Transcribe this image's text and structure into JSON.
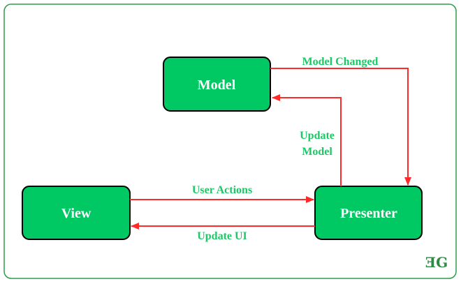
{
  "colors": {
    "node_fill": "#00c862",
    "node_border": "#000000",
    "node_text": "#ffffff",
    "arrow": "#ff2b2b",
    "edge_label": "#1cc865",
    "frame_border": "#2e9b4a",
    "logo": "#2e8b45"
  },
  "nodes": {
    "model": "Model",
    "view": "View",
    "presenter": "Presenter"
  },
  "edges": {
    "model_changed": "Model Changed",
    "update_model_line1": "Update",
    "update_model_line2": "Model",
    "user_actions": "User Actions",
    "update_ui": "Update UI"
  },
  "logo": {
    "text": "ƎG",
    "icon": "geeksforgeeks-logo-icon"
  }
}
